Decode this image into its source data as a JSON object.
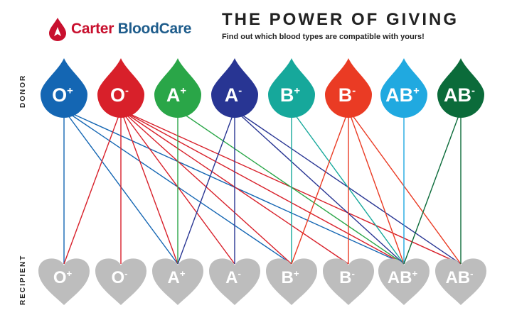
{
  "brand": {
    "name_part1": "Carter",
    "name_part2": "BloodCare"
  },
  "title": "THE POWER OF GIVING",
  "subtitle": "Find out which blood types are compatible with yours!",
  "labels": {
    "donor": "DONOR",
    "recipient": "RECIPIENT"
  },
  "blood_types": [
    {
      "type": "O",
      "sign": "+",
      "color": "#1466b3"
    },
    {
      "type": "O",
      "sign": "-",
      "color": "#d8202a"
    },
    {
      "type": "A",
      "sign": "+",
      "color": "#2aa648"
    },
    {
      "type": "A",
      "sign": "-",
      "color": "#283593"
    },
    {
      "type": "B",
      "sign": "+",
      "color": "#16a89b"
    },
    {
      "type": "B",
      "sign": "-",
      "color": "#ea3b24"
    },
    {
      "type": "AB",
      "sign": "+",
      "color": "#20a9e0"
    },
    {
      "type": "AB",
      "sign": "-",
      "color": "#0b6b3a"
    }
  ],
  "recipient_color": "#bdbdbd",
  "compatibility": [
    {
      "donor": 0,
      "recipients": [
        0,
        2,
        4,
        6
      ]
    },
    {
      "donor": 1,
      "recipients": [
        0,
        1,
        2,
        3,
        4,
        5,
        6,
        7
      ]
    },
    {
      "donor": 2,
      "recipients": [
        2,
        6
      ]
    },
    {
      "donor": 3,
      "recipients": [
        2,
        3,
        6,
        7
      ]
    },
    {
      "donor": 4,
      "recipients": [
        4,
        6
      ]
    },
    {
      "donor": 5,
      "recipients": [
        4,
        5,
        6,
        7
      ]
    },
    {
      "donor": 6,
      "recipients": [
        6
      ]
    },
    {
      "donor": 7,
      "recipients": [
        6,
        7
      ]
    }
  ]
}
